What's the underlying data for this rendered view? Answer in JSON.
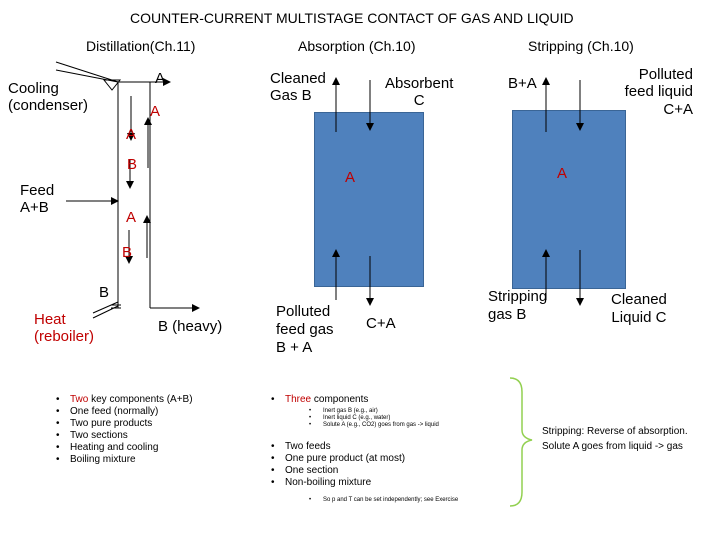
{
  "title": "COUNTER-CURRENT MULTISTAGE CONTACT OF GAS AND LIQUID",
  "headers": {
    "distillation": "Distillation(Ch.11)",
    "absorption": "Absorption (Ch.10)",
    "stripping": "Stripping (Ch.10)"
  },
  "distillation": {
    "cooling_line1": "Cooling",
    "cooling_line2": "(condenser)",
    "top_A_out": "A",
    "reflux_A": "A",
    "vapor_A": "A",
    "liquid_B": "B",
    "feed_line1": "Feed",
    "feed_line2": "A+B",
    "vapor_A_lower": "A",
    "liquid_B_lower": "B",
    "bottom_B": "B",
    "heat_line1": "Heat",
    "heat_line2": "(reboiler)",
    "bottom_product": "B (heavy)"
  },
  "absorption": {
    "cleaned_gas_line1": "Cleaned",
    "cleaned_gas_line2": "Gas B",
    "absorbent_line1": "Absorbent",
    "absorbent_line2": "C",
    "mid_A": "A",
    "polluted_gas_line1": "Polluted",
    "polluted_gas_line2": "feed gas",
    "polluted_gas_line3": "B + A",
    "bottom_out": "C+A"
  },
  "stripping": {
    "top_out": "B+A",
    "polluted_liquid_line1": "Polluted",
    "polluted_liquid_line2": "feed liquid",
    "polluted_liquid_line3": "C+A",
    "mid_A": "A",
    "stripping_gas_line1": "Stripping",
    "stripping_gas_line2": "gas B",
    "cleaned_liquid_line1": "Cleaned",
    "cleaned_liquid_line2": "Liquid C"
  },
  "distillation_notes": {
    "item1_highlight": "Two",
    "item1_rest": " key components  (A+B)",
    "item2": "One feed (normally)",
    "item3": "Two pure products",
    "item4": "Two sections",
    "item5": "Heating and cooling",
    "item6": "Boiling mixture"
  },
  "absorption_notes": {
    "item1_highlight": "Three",
    "item1_rest": " components",
    "sub1": "Inert gas B (e.g., air)",
    "sub2": "Inert liquid C (e.g., water)",
    "sub3": "Solute A  (e.g., CO2) goes from gas -> liquid",
    "item2": "Two feeds",
    "item3": "One pure product (at most)",
    "item4": "One section",
    "item5": "Non-boiling mixture",
    "sub4": "So p and T can be set independently; see Exercise"
  },
  "stripping_note": {
    "line1": "Stripping: Reverse of absorption.",
    "line2": "Solute A goes from liquid -> gas"
  },
  "colors": {
    "column_fill": "#4f81bd",
    "red_text": "#c00000",
    "brace": "#92d050"
  }
}
